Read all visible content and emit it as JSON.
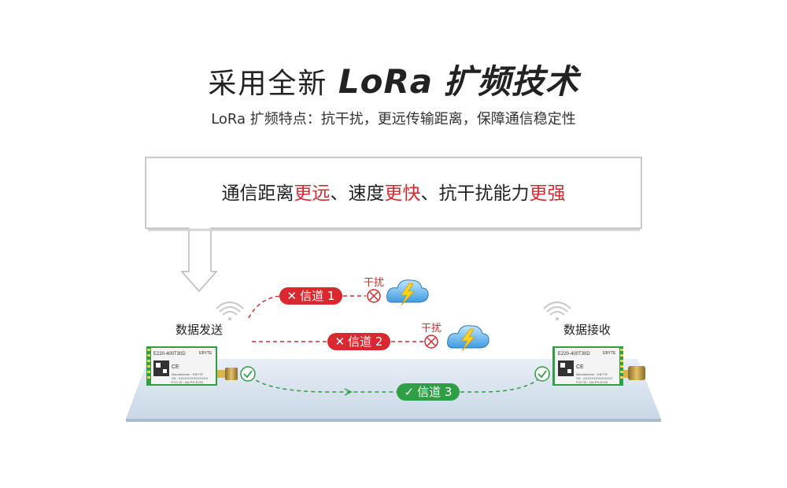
{
  "header": {
    "title_prefix": "采用全新",
    "title_brand": "LoRa",
    "title_suffix": "扩频技术",
    "subtitle": "LoRa 扩频特点：抗干扰，更远传输距离，保障通信稳定性"
  },
  "callout": {
    "parts": [
      "通信距离",
      "更远",
      "、速度",
      "更快",
      "、抗干扰能力",
      "更强"
    ]
  },
  "sender": {
    "label": "数据发送"
  },
  "receiver": {
    "label": "数据接收"
  },
  "channels": [
    {
      "label": "信道 1",
      "status": "blocked",
      "interference": "干扰"
    },
    {
      "label": "信道 2",
      "status": "blocked",
      "interference": "干扰"
    },
    {
      "label": "信道 3",
      "status": "ok"
    }
  ],
  "module": {
    "model": "E220-400T30D",
    "brand": "EBYTE",
    "manufacturer_line": "Manufacturer : EBYTE",
    "sn_line": "SN : XXXXXXXXXXXXXX",
    "fcc_line": "FCC ID : 2ALPH-E220"
  },
  "colors": {
    "red": "#d9282f",
    "green": "#2f9e45",
    "board": "#2f9e45"
  },
  "icons": {
    "blocked": "close-icon",
    "ok": "check-icon",
    "interference": "storm-cloud-icon",
    "signal": "wifi-signal-icon"
  }
}
